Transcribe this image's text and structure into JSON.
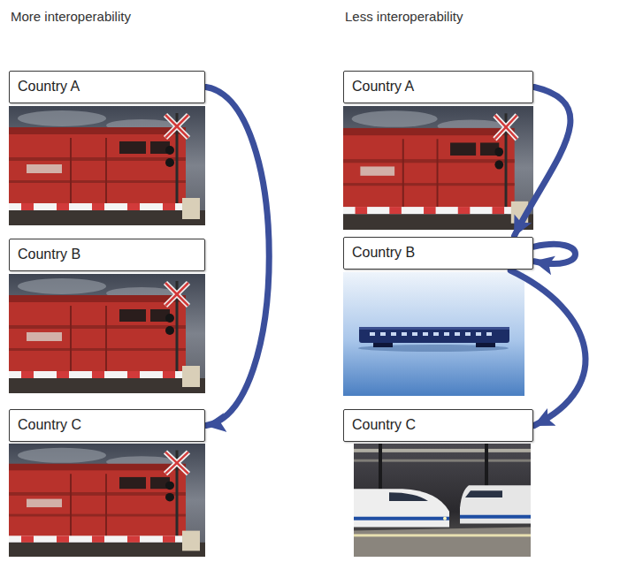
{
  "diagram": {
    "nodes": [
      {
        "text": [
          "Country A"
        ]
      },
      {
        "text": [
          "Country B"
        ]
      },
      {
        "text": [
          "Country C"
        ]
      },
      {
        "text": [
          "Country A"
        ]
      },
      {
        "text": [
          "Country B"
        ]
      },
      {
        "text": [
          "Country C"
        ]
      }
    ],
    "edges": [
      {
        "from": 0,
        "to": 2,
        "arrow": "to"
      },
      {
        "from": 3,
        "to": 4,
        "arrow": "to"
      },
      {
        "from": 4,
        "to": 4,
        "arrow": "to"
      },
      {
        "from": 4,
        "to": 5,
        "arrow": "to"
      }
    ],
    "labels": [
      "More interoperability",
      "Less interoperability"
    ]
  }
}
